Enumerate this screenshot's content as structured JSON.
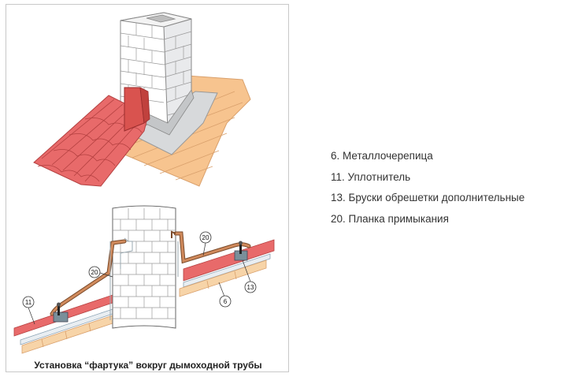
{
  "figure": {
    "caption": "Установка “фартука” вокруг дымоходной трубы",
    "callouts": {
      "c20a": "20",
      "c20b": "20",
      "c11": "11",
      "c13": "13",
      "c6": "6"
    }
  },
  "legend": {
    "items": [
      "6. Металлочерепица",
      "11. Уплотнитель",
      "13. Бруски обрешетки дополнительные",
      "20. Планка примыкания"
    ]
  },
  "colors": {
    "roof_tile": "#e86a6a",
    "wood": "#f7c48f",
    "flashing": "#c9734a",
    "sealant": "#7a8f9a",
    "brick": "#ffffff"
  }
}
